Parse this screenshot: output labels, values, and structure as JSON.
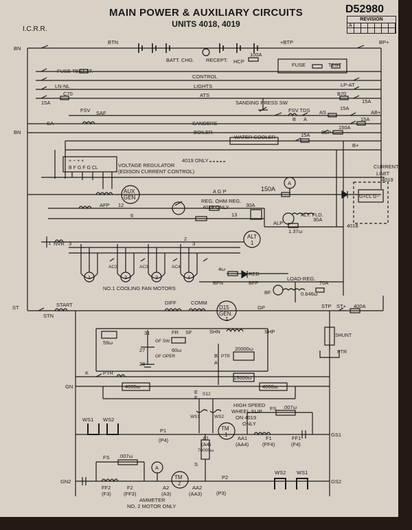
{
  "header": {
    "title": "MAIN POWER & AUXILIARY CIRCUITS",
    "subtitle": "UNITS 4018, 4019",
    "drawing_number": "D52980",
    "railroad": "I.C.R.R.",
    "revision_label": "REVISION",
    "revision_letter": "A"
  },
  "labels": {
    "bn_left": "BN",
    "btn": "BTN",
    "btp": "+BTP",
    "bp_plus": "BP+",
    "batt_chg": "BATT. CHG.",
    "recept": "RECEPT.",
    "hcp": "HCP",
    "hcp_rating": "100A",
    "fuse_right": "FUSE",
    "test_right": "TEST",
    "fuse_test_lt": "FUSE  TEST LT.",
    "control": "CONTROL",
    "lp_at": "LP-AT",
    "ln_nl": "LN-NL",
    "lights": "LIGHTS",
    "b70": "B70",
    "ats": "ATS",
    "c70": "C70",
    "f15a_1": "15A",
    "f15a_2": "15A",
    "sanding_press_sw": "SANDING PRESS SW",
    "fsv": "FSV",
    "saf": "SAF",
    "fsv_tds": "FSV TDS",
    "as": "AS",
    "f15a_3": "15A",
    "ab_plus": "AB+",
    "b_sym": "B",
    "a_sym": "A",
    "sa": "SA",
    "sanders": "SANDERS",
    "f15a_4": "15A",
    "bn_left2": "BN",
    "boiler": "BOILER",
    "blp": "BLP",
    "f150a": "150A",
    "water_cooler": "WATER COOLER",
    "f15a_5": "15A",
    "b_plus": "B+",
    "vr_terms": "+  −  +  +",
    "vr_letters": "B  F  G  F  G  CL",
    "vr_4019": "4019 ONLY",
    "vr_title": "VOLTAGE REGULATOR",
    "vr_sub": "(EDISON CURRENT CONTROL)",
    "current": "CURRENT",
    "limit": "LIMIT",
    "limit_unit": "4019",
    "aux": "AUX",
    "gen": "GEN",
    "agp": "A G P",
    "f150a_2": "150A",
    "a_meter": "A",
    "gcl": "G+CL  G−",
    "afp": "AFP",
    "n12": "12",
    "reg_ohm": "REG. OHM REG.",
    "reg_4018": "4018 ONLY",
    "n13": "13",
    "f30a_1": "30A",
    "n6": "6",
    "alp": "ALP",
    "alt_fld": "ALT. FLD.",
    "f30a_2": "30A",
    "r137": "1.37ω",
    "n4018": "4018",
    "nvr": "NVR",
    "n1": "1",
    "n3": "3",
    "n2": "2",
    "n3b": "3",
    "alt": "ALT",
    "alt_num": "1",
    "ac2": "AC2",
    "ac3": "AC3",
    "ac4": "AC4",
    "m1": "1",
    "m2": "2",
    "m3": "3",
    "m4": "4",
    "fan_motors": "NO.1 COOLING FAN MOTORS",
    "r4w": "4ω",
    "red": "RED",
    "bfn": "BFN",
    "bfp": "BFP",
    "load_reg": "LOAD-REG.",
    "bf": "BF",
    "f70a": "70A",
    "r0646": "0.646ω",
    "st": "ST",
    "start": "START",
    "stn": "STN",
    "diff": "DIFF",
    "comm": "COMM",
    "d15": "D15",
    "gen1": "GEN.",
    "gen1_num": "1",
    "gp": "GP",
    "stp": "STP",
    "st_plus": "ST+",
    "f400a": "400A",
    "r59": "59ω",
    "n31": "31",
    "gfsw": "GF SW",
    "n27": "27",
    "n28": "28",
    "gf_oper": "GF OPER",
    "fr": "FR",
    "sf": "SF",
    "r60": "60ω",
    "shn": "SHN",
    "shp": "SHP",
    "shunt": "SHUNT",
    "ptr_r": "PTR",
    "b_ptr": "B",
    "a_ptr": "A",
    "ptr_v": "PTR",
    "r20000": "20000ω",
    "r15000": "15000ω",
    "k": "K",
    "ptr_k": "PTR",
    "gn": "GN",
    "r4000a": "4000ω",
    "r4000b": "4000ω",
    "e_lbl": "E",
    "f_lbl": "F",
    "s12": "S12",
    "ws1_v": "WS1",
    "ws2_v": "WS2",
    "high_speed": "HIGH SPEED",
    "wheel_slip": "WHEEL SLIP",
    "on_4019": "ON 4019",
    "only": "ONLY",
    "ws1_a": "WS1",
    "ws2_a": "WS2",
    "p1": "P1",
    "p4": "(P4)",
    "a1": "A1",
    "a4": "(A4)",
    "tm1": "TM",
    "tm1_num": "1",
    "aa1": "AA1",
    "aa4": "(AA4)",
    "fs1": "FS",
    "r007a": ".007ω",
    "f1": "F1",
    "ff4": "(FF4)",
    "ff1": "FF1",
    "f4": "(F4)",
    "gs1": "GS1",
    "r70000": "70000ω",
    "s_lbl": "S",
    "gn2": "GN2",
    "fs2": "FS",
    "r007b": ".007ω",
    "ff2": "FF2",
    "f3": "(F3)",
    "f2": "F2",
    "ff3": "(FF3)",
    "a_meter2": "A",
    "a2": "A2",
    "a3": "(A3)",
    "tm2": "TM",
    "tm2_num": "2",
    "aa2": "AA2",
    "aa3": "(AA3)",
    "p2": "P2",
    "p3": "(P3)",
    "ws2_b": "WS2",
    "ws1_b": "WS1",
    "gs2": "GS2",
    "ammeter": "AMMETER",
    "no2_motor": "NO. 2 MOTOR ONLY"
  }
}
